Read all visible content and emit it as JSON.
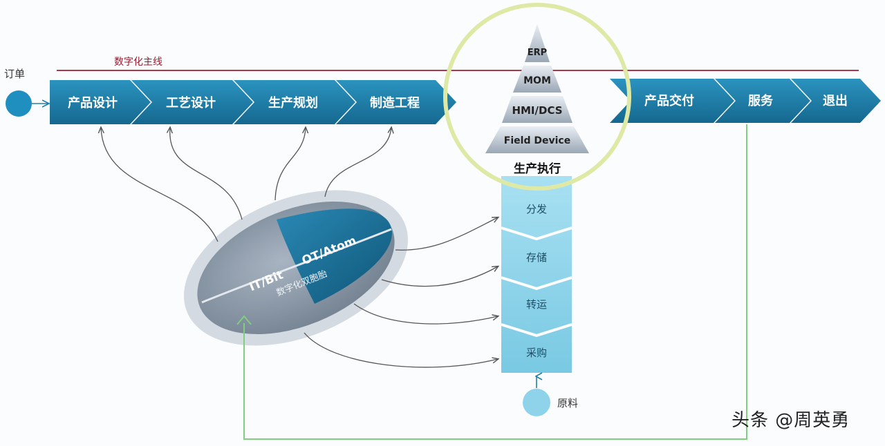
{
  "main_line_label": "数字化主线",
  "order_label": "订单",
  "process_steps": [
    "产品设计",
    "工艺设计",
    "生产规划",
    "制造工程"
  ],
  "downstream_steps": [
    "产品交付",
    "服务",
    "退出"
  ],
  "pyramid_levels": [
    "ERP",
    "MOM",
    "HMI/DCS",
    "Field Device"
  ],
  "production_label": "生产执行",
  "logistics_steps": [
    "分发",
    "存储",
    "转运",
    "采购"
  ],
  "raw_material_label": "原料",
  "twin": {
    "it_label": "IT/Bit",
    "ot_label": "OT/Atom",
    "center_label": "数字化双胞胎"
  },
  "watermark": "头条 @周英勇",
  "colors": {
    "arrow_blue": "#1f7fa8",
    "light_blue": "#8fd3ea",
    "red_line": "#9b1b30",
    "circle_ring": "#dfe9a6",
    "green_line": "#7ed07e",
    "gray_ellipse": "#8e9aa8"
  }
}
